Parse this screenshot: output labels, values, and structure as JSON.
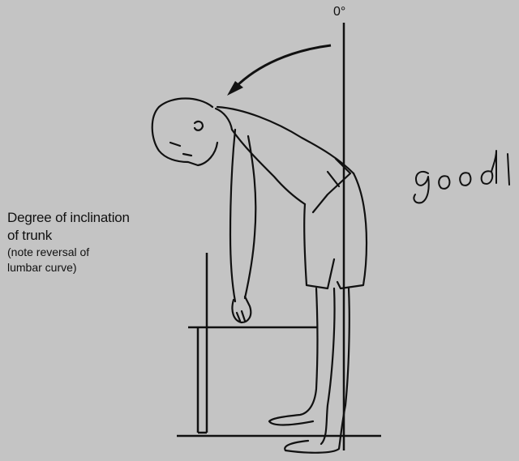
{
  "figure": {
    "angle_label": "0°",
    "caption_line1": "Degree of inclination",
    "caption_line2": "of trunk",
    "caption_note1": "(note reversal of",
    "caption_note2": "lumbar curve)",
    "handwritten_note": "good"
  },
  "colors": {
    "background": "#c4c4c4",
    "ink": "#111111"
  }
}
